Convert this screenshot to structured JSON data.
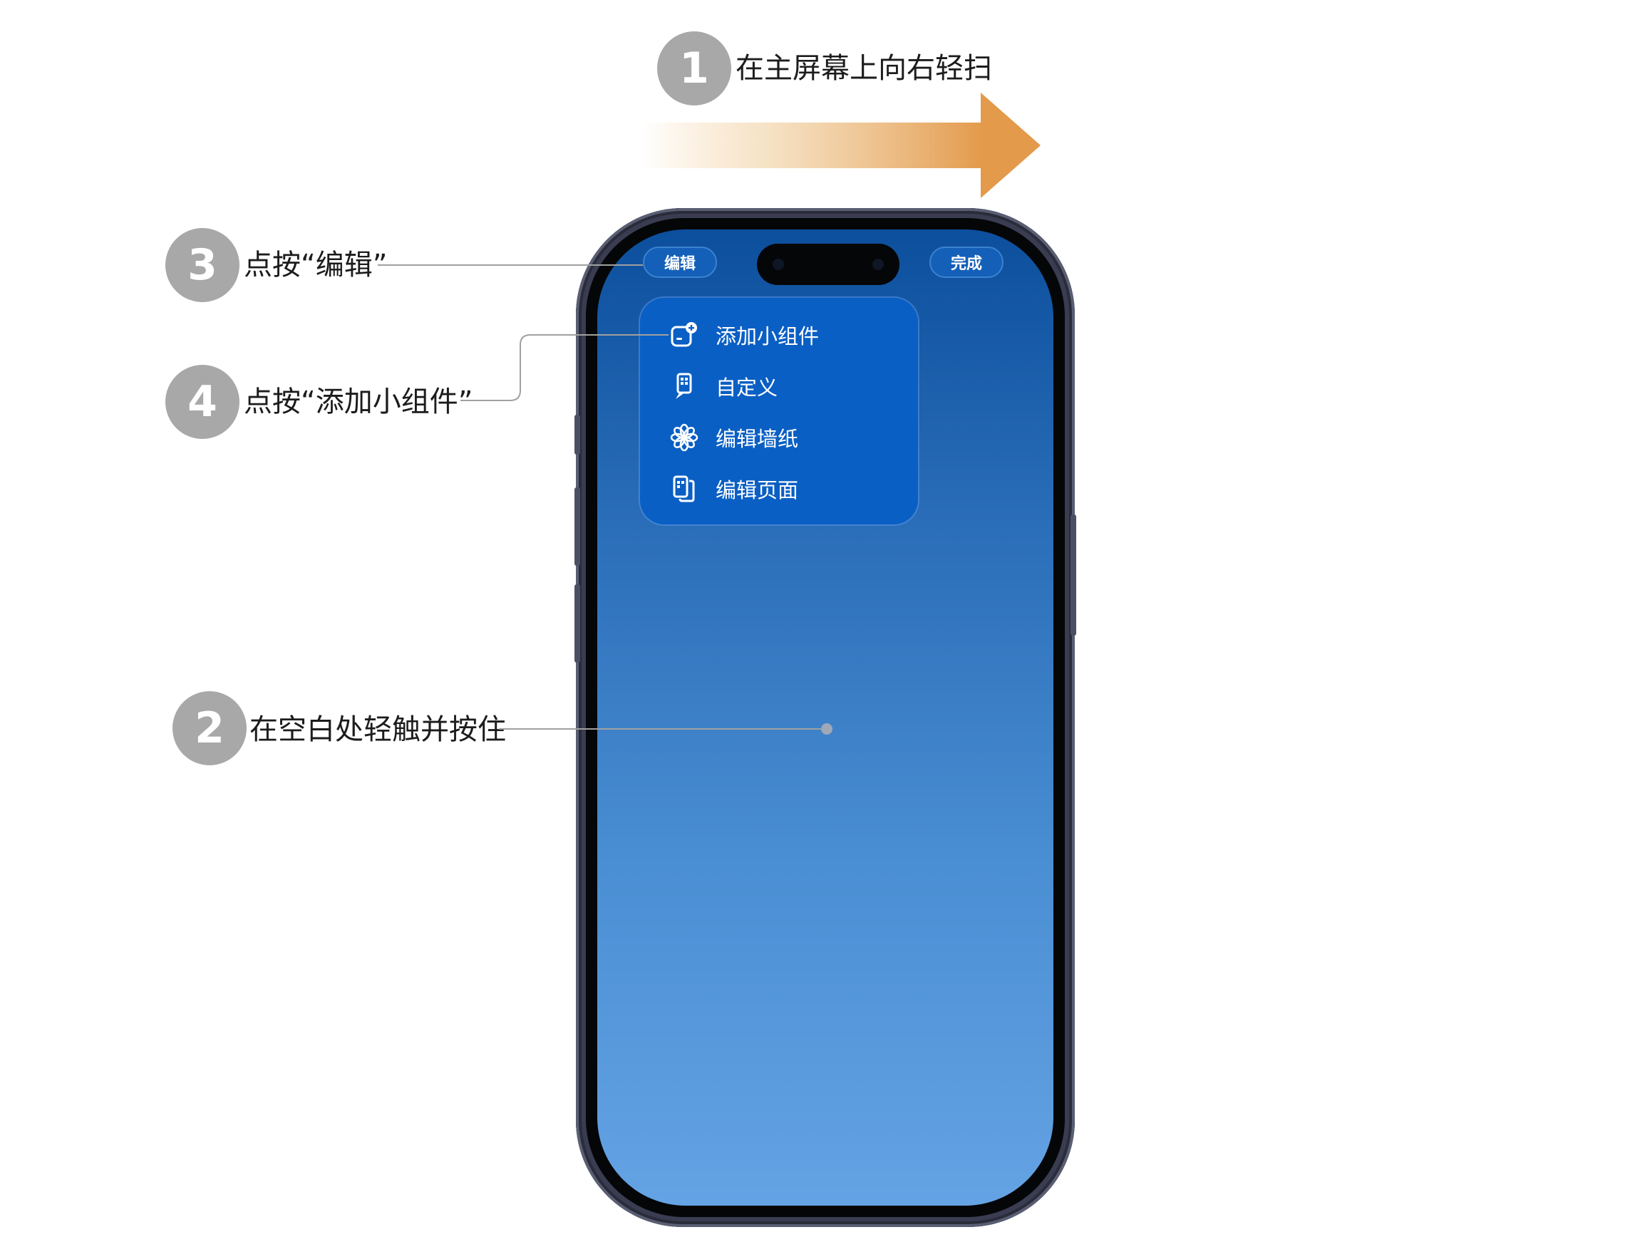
{
  "steps": [
    {
      "number": "1",
      "text": "在主屏幕上向右轻扫"
    },
    {
      "number": "2",
      "text": "在空白处轻触并按住"
    },
    {
      "number": "3",
      "text": "点按“编辑”"
    },
    {
      "number": "4",
      "text": "点按“添加小组件”"
    }
  ],
  "phone": {
    "edit_button": "编辑",
    "done_button": "完成",
    "menu": [
      {
        "label": "添加小组件",
        "icon": "add-widget-icon"
      },
      {
        "label": "自定义",
        "icon": "customize-icon"
      },
      {
        "label": "编辑墙纸",
        "icon": "flower-icon"
      },
      {
        "label": "编辑页面",
        "icon": "pages-icon"
      }
    ]
  },
  "colors": {
    "badge": "#a8a8a8",
    "arrow": "#e39a4b",
    "screen_top": "#0c4f9d",
    "screen_bottom": "#64a3e4",
    "menu": "#0a5fc4"
  }
}
